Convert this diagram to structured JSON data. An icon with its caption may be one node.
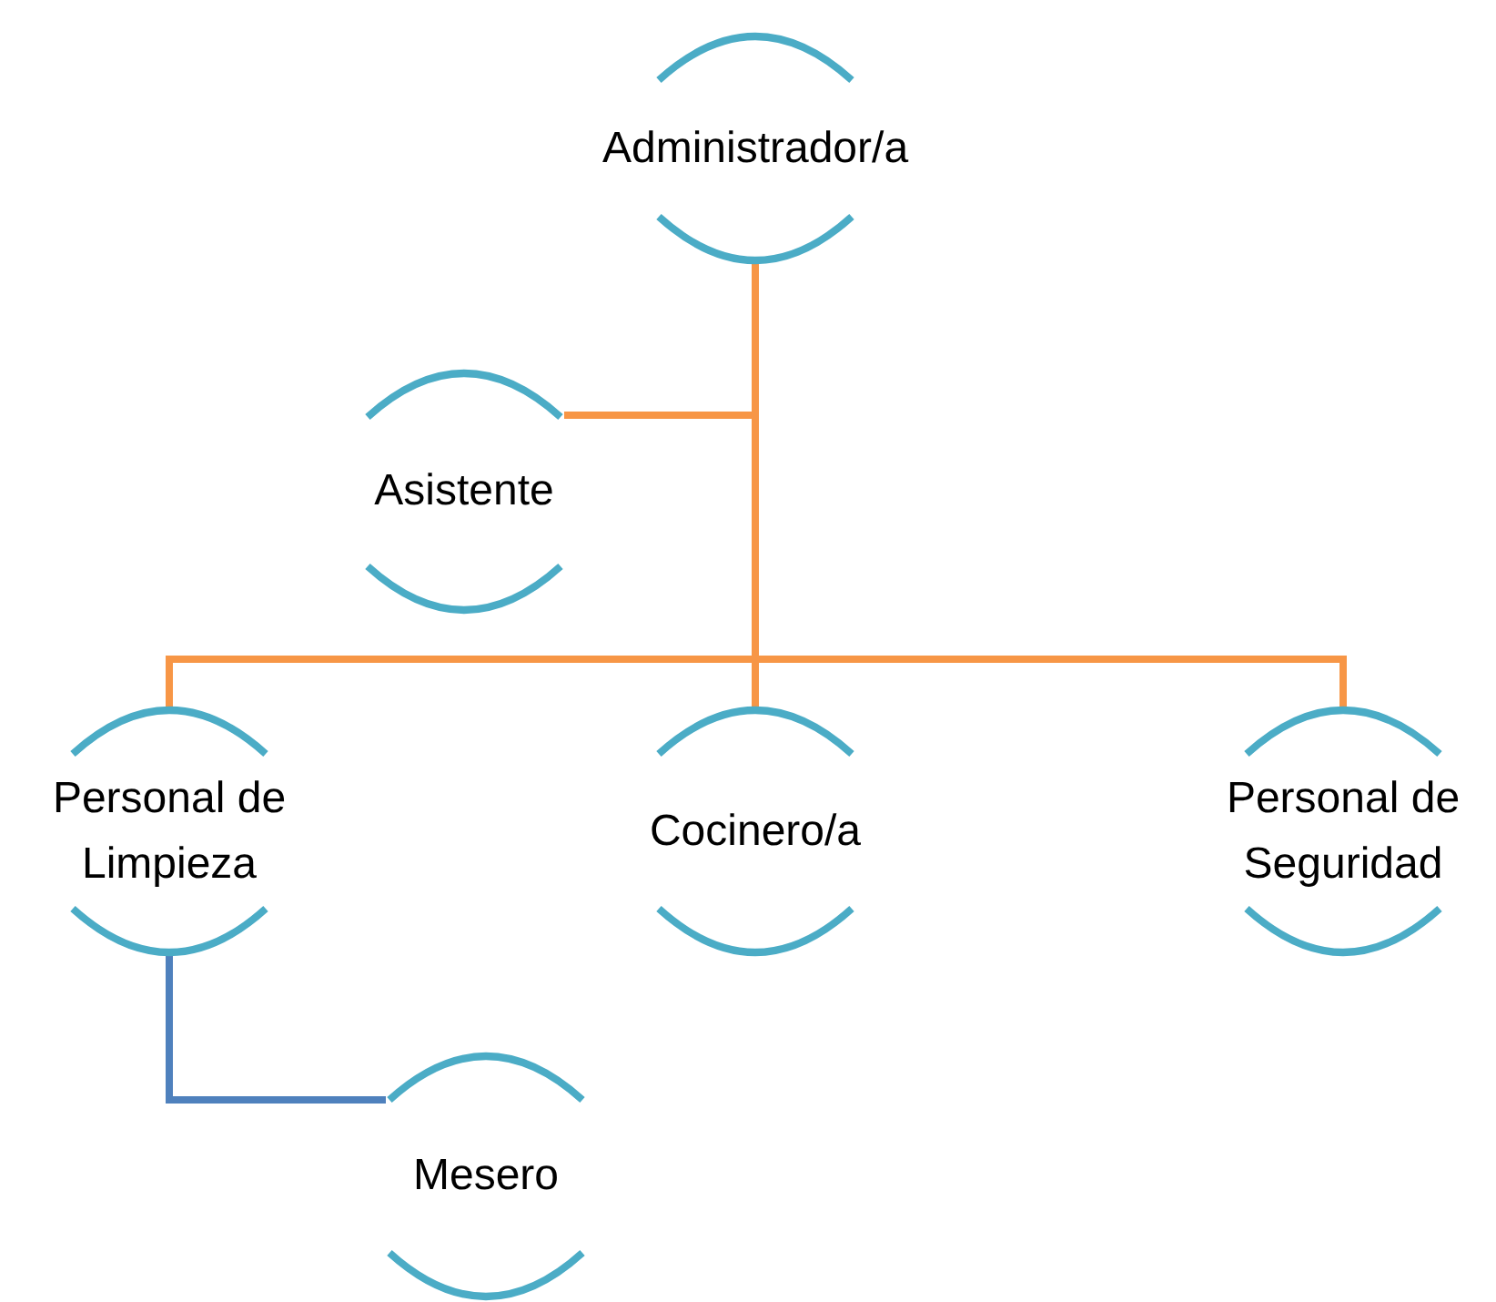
{
  "diagram": {
    "nodes": [
      {
        "text": [
          "Administrador/a"
        ]
      },
      {
        "text": [
          "Asistente"
        ]
      },
      {
        "text": [
          "Personal de Limpieza"
        ]
      },
      {
        "text": [
          "Cocinero/a"
        ]
      },
      {
        "text": [
          "Personal de Seguridad"
        ]
      },
      {
        "text": [
          "Mesero"
        ]
      }
    ],
    "edges": [
      {
        "from": 0,
        "to": 1,
        "arrow": "none"
      },
      {
        "from": 0,
        "to": 2,
        "arrow": "none"
      },
      {
        "from": 0,
        "to": 3,
        "arrow": "none"
      },
      {
        "from": 0,
        "to": 4,
        "arrow": "none"
      },
      {
        "from": 2,
        "to": 5,
        "arrow": "none",
        "color": "#4f81bd"
      }
    ]
  }
}
